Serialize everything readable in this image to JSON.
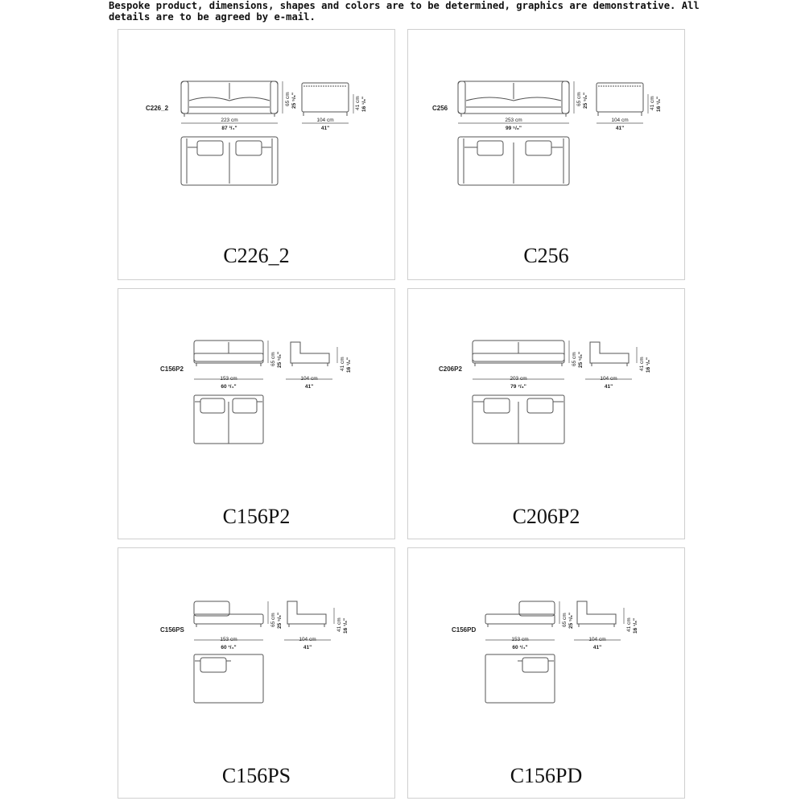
{
  "header": {
    "note": "Bespoke product, dimensions, shapes and colors are to be determined, graphics are demonstrative. All details are to be agreed by e-mail."
  },
  "panels": [
    {
      "code": "C226_2",
      "label": "C226_2",
      "width_cm": "223 cm",
      "width_in": "87 ³/₄\"",
      "depth_cm": "104 cm",
      "depth_in": "41\"",
      "height_cm": "65 cm",
      "height_in": "25 ⁵/₈\"",
      "seat_cm": "41 cm",
      "seat_in": "16 ¹/₈\""
    },
    {
      "code": "C256",
      "label": "C256",
      "width_cm": "253 cm",
      "width_in": "99 ⁵/₈\"",
      "depth_cm": "104 cm",
      "depth_in": "41\"",
      "height_cm": "65 cm",
      "height_in": "25 ⁵/₈\"",
      "seat_cm": "41 cm",
      "seat_in": "16 ¹/₈\""
    },
    {
      "code": "C156P2",
      "label": "C156P2",
      "width_cm": "153 cm",
      "width_in": "60 ¹/₄\"",
      "depth_cm": "104 cm",
      "depth_in": "41\"",
      "height_cm": "65 cm",
      "height_in": "25 ⁵/₈\"",
      "seat_cm": "41 cm",
      "seat_in": "16 ¹/₈\""
    },
    {
      "code": "C206P2",
      "label": "C206P2",
      "width_cm": "203 cm",
      "width_in": "79 ⁷/₈\"",
      "depth_cm": "104 cm",
      "depth_in": "41\"",
      "height_cm": "65 cm",
      "height_in": "25 ⁵/₈\"",
      "seat_cm": "41 cm",
      "seat_in": "16 ¹/₈\""
    },
    {
      "code": "C156PS",
      "label": "C156PS",
      "width_cm": "153 cm",
      "width_in": "60 ¹/₄\"",
      "depth_cm": "104 cm",
      "depth_in": "41\"",
      "height_cm": "65 cm",
      "height_in": "25 ⁵/₈\"",
      "seat_cm": "41 cm",
      "seat_in": "16 ¹/₈\""
    },
    {
      "code": "C156PD",
      "label": "C156PD",
      "width_cm": "153 cm",
      "width_in": "60 ¹/₄\"",
      "depth_cm": "104 cm",
      "depth_in": "41\"",
      "height_cm": "65 cm",
      "height_in": "25 ⁵/₈\"",
      "seat_cm": "41 cm",
      "seat_in": "16 ¹/₈\""
    }
  ]
}
